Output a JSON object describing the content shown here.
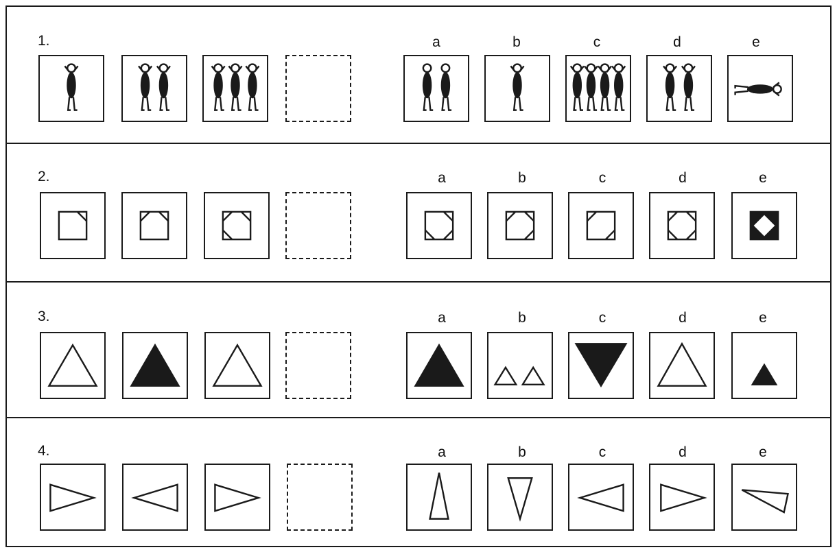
{
  "rows": [
    {
      "number": "1.",
      "options": [
        "a",
        "b",
        "c",
        "d",
        "e"
      ]
    },
    {
      "number": "2.",
      "options": [
        "a",
        "b",
        "c",
        "d",
        "e"
      ]
    },
    {
      "number": "3.",
      "options": [
        "a",
        "b",
        "c",
        "d",
        "e"
      ]
    },
    {
      "number": "4.",
      "options": [
        "a",
        "b",
        "c",
        "d",
        "e"
      ]
    }
  ],
  "colors": {
    "ink": "#1a1a1a",
    "paper": "#ffffff"
  }
}
